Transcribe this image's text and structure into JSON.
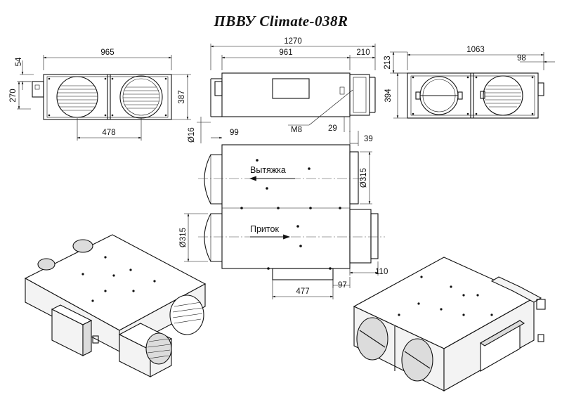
{
  "title": "ПВВУ Climate-038R",
  "dims": {
    "front_width": "965",
    "front_top_offset": "54",
    "front_height": "270",
    "front_total_height": "387",
    "front_fan_spacing": "478",
    "top_total": "1270",
    "top_body": "961",
    "top_outlet": "210",
    "top_m8": "M8",
    "top_29": "29",
    "top_d16": "Ø16",
    "top_99": "99",
    "top_39": "39",
    "side_width": "1063",
    "side_213": "213",
    "side_394": "394",
    "side_98": "98",
    "plan_d315_right": "Ø315",
    "plan_d315_left": "Ø315",
    "plan_110": "110",
    "plan_97": "97",
    "plan_477": "477"
  },
  "labels": {
    "exhaust": "Вытяжка",
    "supply": "Приток"
  }
}
